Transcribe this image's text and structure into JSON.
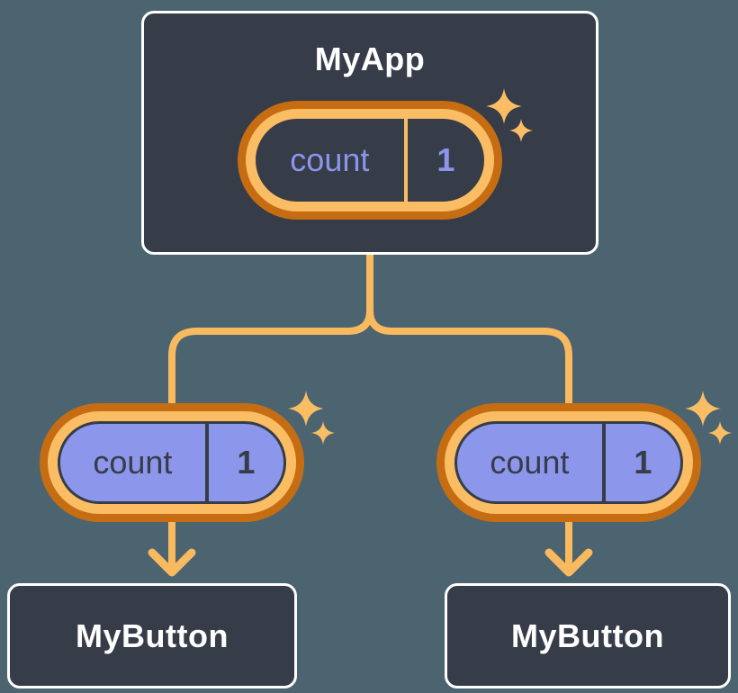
{
  "colors": {
    "bg": "#4b6470",
    "node-bg": "#363c48",
    "node-border": "#ffffff",
    "text-light": "#ffffff",
    "text-dark": "#363c48",
    "purple-fill": "#8c96eb",
    "purple-text": "#8b95ea",
    "orange-dark": "#c66d13",
    "orange-light": "#fabd63",
    "connector": "#f9ba5f"
  },
  "diagram": {
    "description": "Component tree with shared state passed down",
    "root": {
      "title": "MyApp",
      "state": {
        "key": "count",
        "value": "1"
      }
    },
    "children": [
      {
        "title": "MyButton",
        "state": {
          "key": "count",
          "value": "1"
        }
      },
      {
        "title": "MyButton",
        "state": {
          "key": "count",
          "value": "1"
        }
      }
    ]
  }
}
